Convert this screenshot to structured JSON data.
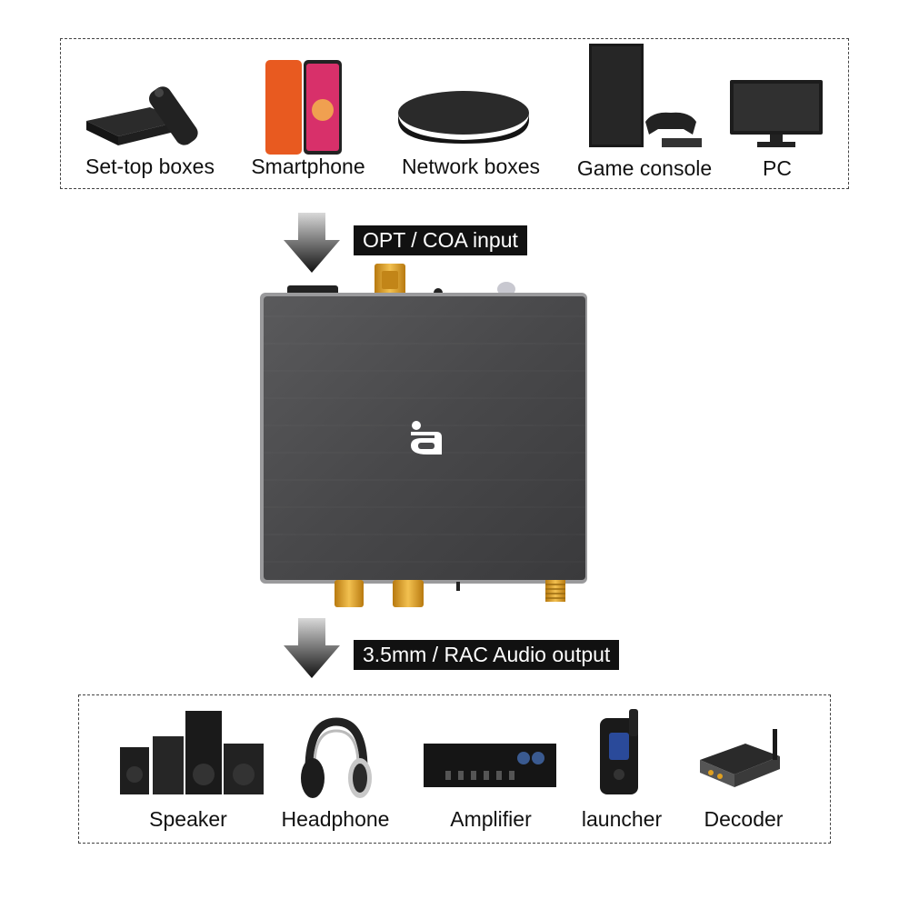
{
  "inputs": {
    "items": [
      {
        "label": "Set-top boxes",
        "icon": "set-top-box-icon"
      },
      {
        "label": "Smartphone",
        "icon": "smartphone-icon"
      },
      {
        "label": "Network boxes",
        "icon": "network-box-icon"
      },
      {
        "label": "Game console",
        "icon": "game-console-icon"
      },
      {
        "label": "PC",
        "icon": "pc-monitor-icon"
      }
    ]
  },
  "input_tag": "OPT / COA input",
  "output_tag": "3.5mm / RAC Audio output",
  "outputs": {
    "items": [
      {
        "label": "Speaker",
        "icon": "speaker-icon"
      },
      {
        "label": "Headphone",
        "icon": "headphone-icon"
      },
      {
        "label": "Amplifier",
        "icon": "amplifier-icon"
      },
      {
        "label": "launcher",
        "icon": "bluetooth-launcher-icon"
      },
      {
        "label": "Decoder",
        "icon": "decoder-icon"
      }
    ]
  },
  "colors": {
    "device_body": "#4a4a4c",
    "connector_gold": "#e0a020",
    "tag_bg": "#111111"
  }
}
